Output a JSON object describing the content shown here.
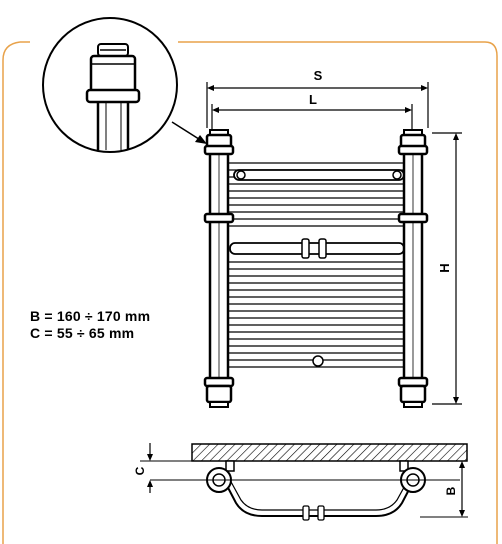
{
  "dimensions": {
    "s": "S",
    "l": "L",
    "h": "H",
    "c": "C",
    "b": "B"
  },
  "specs": {
    "b_range": "B = 160 ÷ 170 mm",
    "c_range": "C = 55 ÷ 65 mm"
  },
  "colors": {
    "frame_border": "#e8a24a",
    "line": "#000000",
    "hatch": "#000000"
  }
}
